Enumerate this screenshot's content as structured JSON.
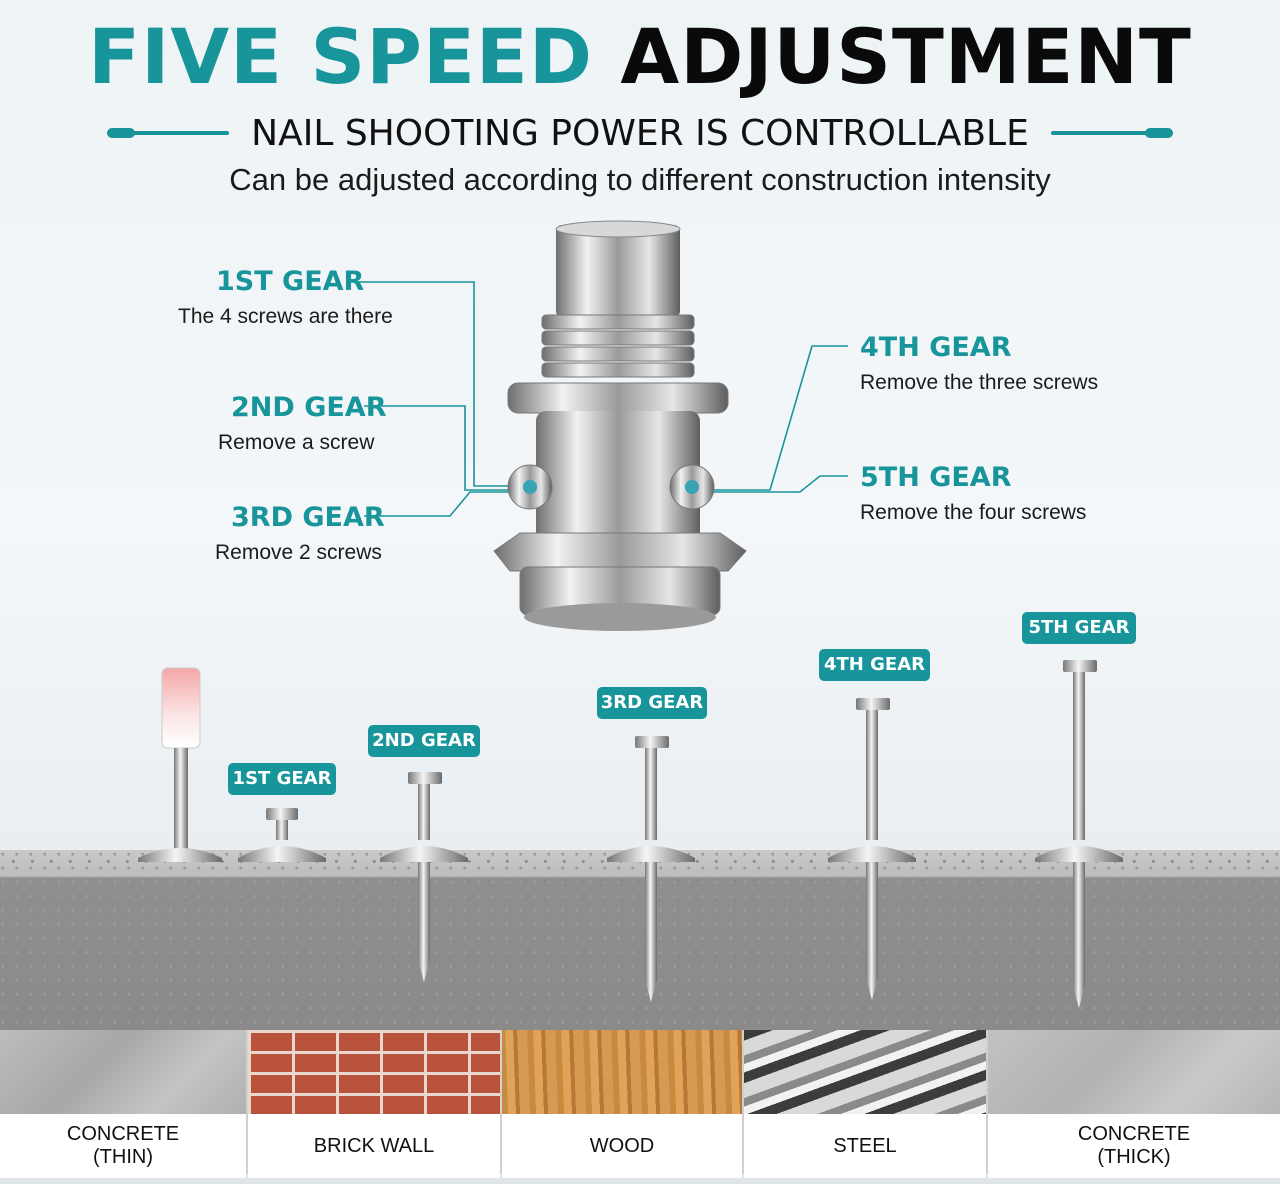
{
  "header": {
    "title_part1": "FIVE SPEED",
    "title_part2": "ADJUSTMENT",
    "subtitle": "NAIL SHOOTING POWER IS CONTROLLABLE",
    "tagline": "Can be adjusted according to different construction intensity"
  },
  "gears": [
    {
      "title": "1ST GEAR",
      "desc": "The 4 screws are there"
    },
    {
      "title": "2ND GEAR",
      "desc": "Remove a screw"
    },
    {
      "title": "3RD GEAR",
      "desc": "Remove 2 screws"
    },
    {
      "title": "4TH GEAR",
      "desc": "Remove the three screws"
    },
    {
      "title": "5TH GEAR",
      "desc": "Remove the four screws"
    }
  ],
  "nail_badges": [
    "1ST GEAR",
    "2ND GEAR",
    "3RD GEAR",
    "4TH GEAR",
    "5TH GEAR"
  ],
  "materials": [
    {
      "line1": "CONCRETE",
      "line2": "(THIN)"
    },
    {
      "line1": "BRICK WALL",
      "line2": ""
    },
    {
      "line1": "WOOD",
      "line2": ""
    },
    {
      "line1": "STEEL",
      "line2": ""
    },
    {
      "line1": "CONCRETE",
      "line2": "(THICK)"
    }
  ],
  "colors": {
    "accent": "#17959a",
    "text": "#111111"
  }
}
